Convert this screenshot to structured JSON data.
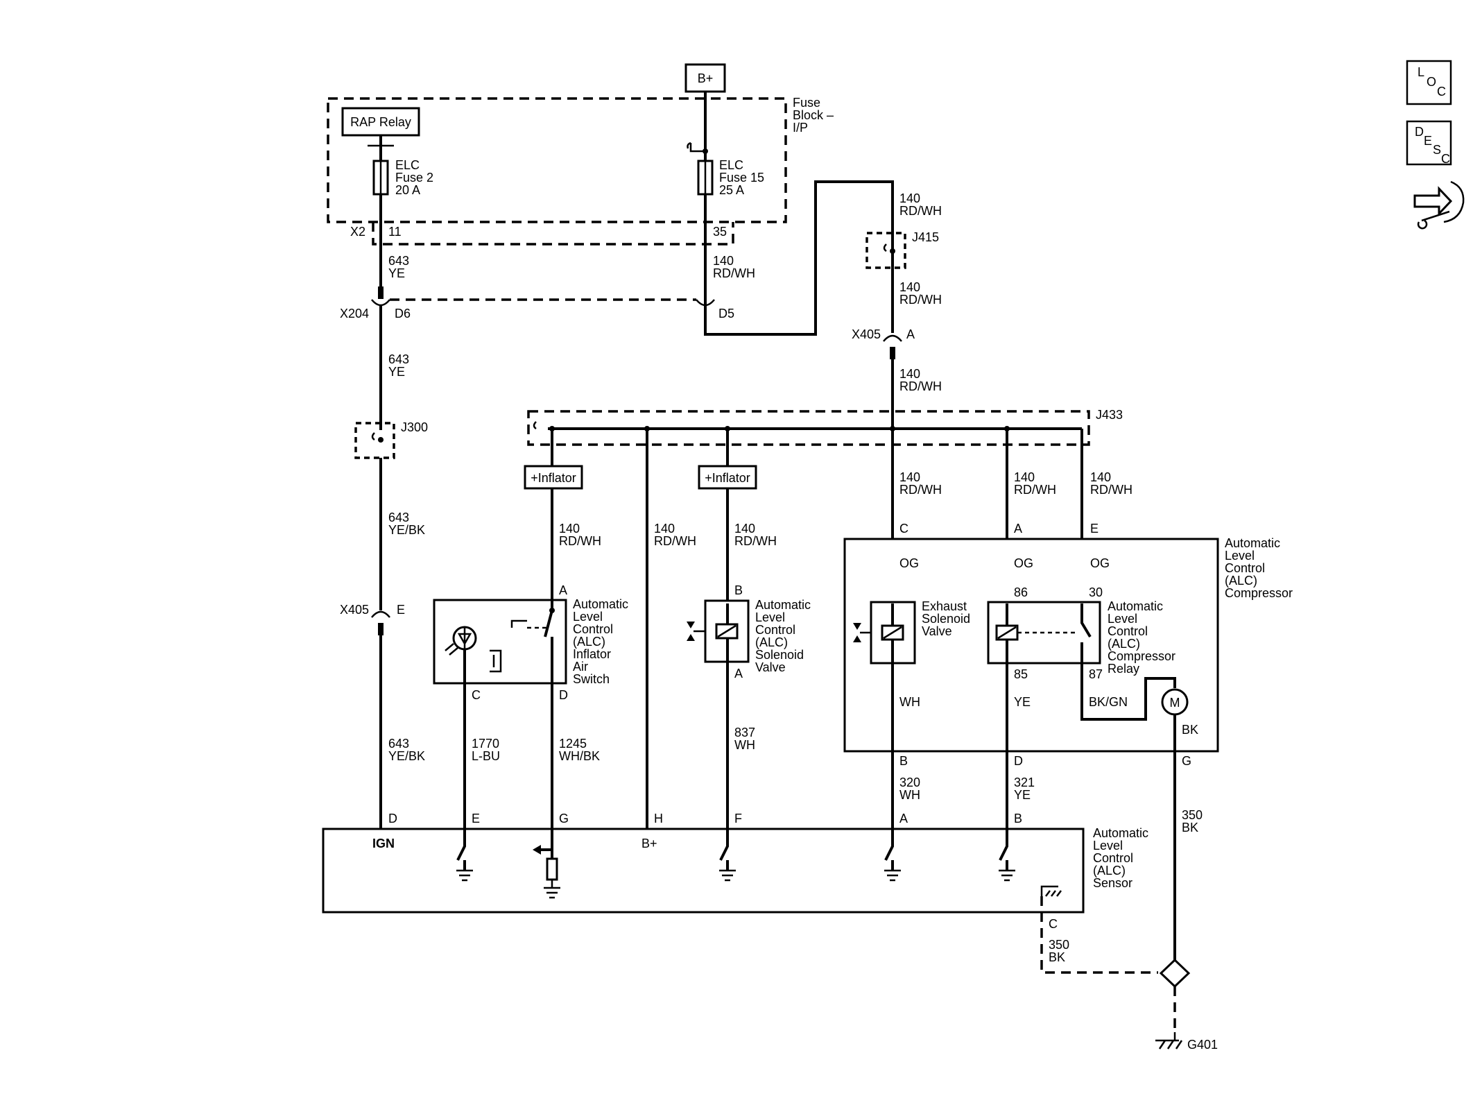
{
  "power": {
    "bplus": "B+",
    "rap_relay": "RAP Relay",
    "fuse_block": [
      "Fuse",
      "Block –",
      "I/P"
    ],
    "fuse2": [
      "ELC",
      "Fuse 2",
      "20 A"
    ],
    "fuse15": [
      "ELC",
      "Fuse 15",
      "25 A"
    ]
  },
  "connectors": {
    "x2": "X2",
    "x2_11": "11",
    "x2_35": "35",
    "x204": "X204",
    "d6": "D6",
    "d5": "D5",
    "x405_top": "X405",
    "x405_top_pin": "A",
    "x405_left": "X405",
    "x405_left_pin": "E",
    "j415": "J415",
    "j300": "J300",
    "j433": "J433",
    "g401": "G401"
  },
  "wires": {
    "w643": "643",
    "ye": "YE",
    "yebk": "YE/BK",
    "w140": "140",
    "rdwh": "RD/WH",
    "w1770": "1770",
    "lbu": "L-BU",
    "w1245": "1245",
    "whbk": "WH/BK",
    "w837": "837",
    "wh": "WH",
    "w320": "320",
    "w321": "321",
    "yel": "YE",
    "w350": "350",
    "bk": "BK",
    "og": "OG",
    "bkgn": "BK/GN"
  },
  "components": {
    "inflator": "+Inflator",
    "switch": [
      "Automatic",
      "Level",
      "Control",
      "(ALC)",
      "Inflator",
      "Air",
      "Switch"
    ],
    "solenoid": [
      "Automatic",
      "Level",
      "Control",
      "(ALC)",
      "Solenoid",
      "Valve"
    ],
    "exhaust": [
      "Exhaust",
      "Solenoid",
      "Valve"
    ],
    "relay": [
      "Automatic",
      "Level",
      "Control",
      "(ALC)",
      "Compressor",
      "Relay"
    ],
    "compressor": [
      "Automatic",
      "Level",
      "Control",
      "(ALC)",
      "Compressor"
    ],
    "sensor": [
      "Automatic",
      "Level",
      "Control",
      "(ALC)",
      "Sensor"
    ],
    "motor": "M",
    "ign": "IGN",
    "sensor_bplus": "B+"
  },
  "pins": {
    "sw_a": "A",
    "sw_c": "C",
    "sw_d": "D",
    "sol_b": "B",
    "sol_a": "A",
    "cmp_c": "C",
    "cmp_a": "A",
    "cmp_e": "E",
    "r86": "86",
    "r30": "30",
    "r85": "85",
    "r87": "87",
    "cmp_b": "B",
    "cmp_d": "D",
    "cmp_g": "G",
    "sen_d": "D",
    "sen_e": "E",
    "sen_g": "G",
    "sen_h": "H",
    "sen_f": "F",
    "sen_a": "A",
    "sen_b": "B",
    "sen_c": "C"
  },
  "nav": {
    "loc": [
      "L",
      "O",
      "C"
    ],
    "desc": [
      "D",
      "E",
      "S",
      "C"
    ]
  }
}
